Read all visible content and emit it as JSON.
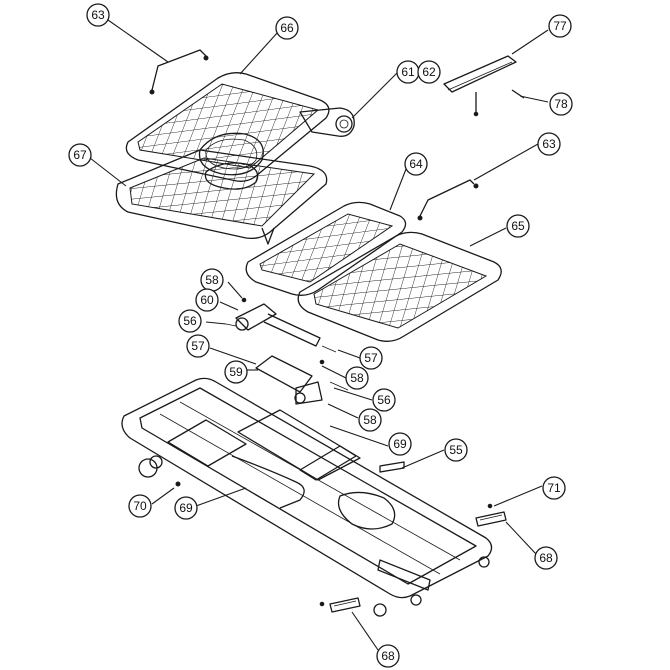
{
  "diagram": {
    "callouts": [
      {
        "id": "c63a",
        "label": "63"
      },
      {
        "id": "c66",
        "label": "66"
      },
      {
        "id": "c61",
        "label": "61"
      },
      {
        "id": "c62",
        "label": "62"
      },
      {
        "id": "c77",
        "label": "77"
      },
      {
        "id": "c78",
        "label": "78"
      },
      {
        "id": "c67",
        "label": "67"
      },
      {
        "id": "c64",
        "label": "64"
      },
      {
        "id": "c63b",
        "label": "63"
      },
      {
        "id": "c65",
        "label": "65"
      },
      {
        "id": "c58a",
        "label": "58"
      },
      {
        "id": "c60",
        "label": "60"
      },
      {
        "id": "c56a",
        "label": "56"
      },
      {
        "id": "c57a",
        "label": "57"
      },
      {
        "id": "c57b",
        "label": "57"
      },
      {
        "id": "c58b",
        "label": "58"
      },
      {
        "id": "c59",
        "label": "59"
      },
      {
        "id": "c56b",
        "label": "56"
      },
      {
        "id": "c58c",
        "label": "58"
      },
      {
        "id": "c69a",
        "label": "69"
      },
      {
        "id": "c55",
        "label": "55"
      },
      {
        "id": "c71",
        "label": "71"
      },
      {
        "id": "c70",
        "label": "70"
      },
      {
        "id": "c69b",
        "label": "69"
      },
      {
        "id": "c68a",
        "label": "68"
      },
      {
        "id": "c68b",
        "label": "68"
      }
    ]
  }
}
